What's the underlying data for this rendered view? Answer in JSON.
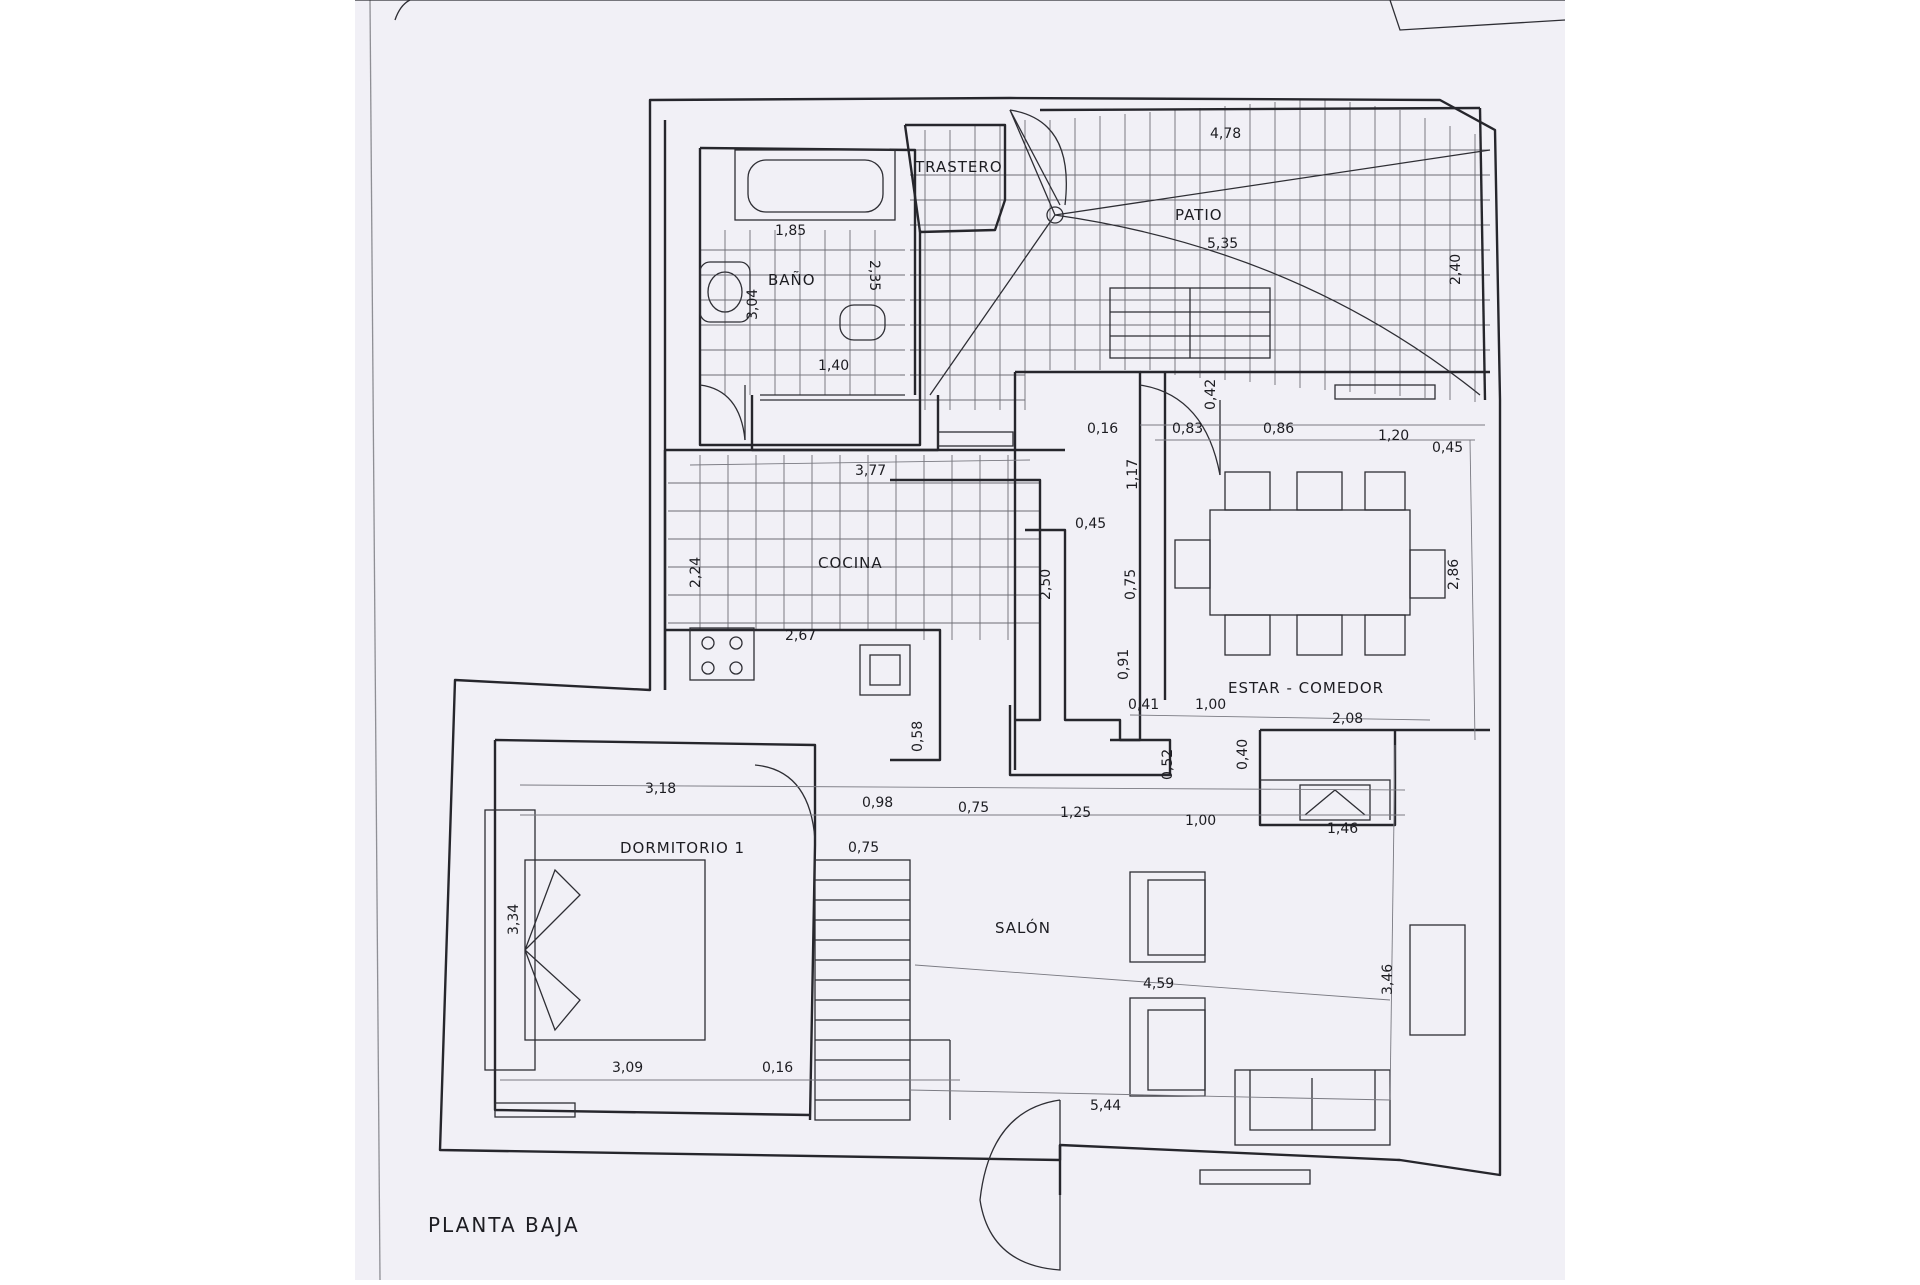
{
  "plan": {
    "title": "PLANTA BAJA",
    "rooms": {
      "trastero": "TRASTERO",
      "patio": "PATIO",
      "bano": "BAÑO",
      "cocina": "COCINA",
      "estar_comedor": "ESTAR - COMEDOR",
      "dormitorio": "DORMITORIO 1",
      "salon": "SALÓN"
    },
    "dims": {
      "d478": "4,78",
      "d535": "5,35",
      "d240": "2,40",
      "d185": "1,85",
      "d235": "2,35",
      "d304": "3,04",
      "d140": "1,40",
      "d042": "0,42",
      "d016a": "0,16",
      "d083": "0,83",
      "d086": "0,86",
      "d120": "1,20",
      "d045a": "0,45",
      "d377": "3,77",
      "d117": "1,17",
      "d045b": "0,45",
      "d224": "2,24",
      "d250": "2,50",
      "d075a": "0,75",
      "d286": "2,86",
      "d267": "2,67",
      "d091": "0,91",
      "d041": "0,41",
      "d100a": "1,00",
      "d208": "2,08",
      "d058": "0,58",
      "d052": "0,52",
      "d040": "0,40",
      "d318": "3,18",
      "d098": "0,98",
      "d075b": "0,75",
      "d125": "1,25",
      "d100b": "1,00",
      "d146": "1,46",
      "d075c": "0,75",
      "d334": "3,34",
      "d459": "4,59",
      "d346": "3,46",
      "d309": "3,09",
      "d016b": "0,16",
      "d544": "5,44"
    }
  }
}
